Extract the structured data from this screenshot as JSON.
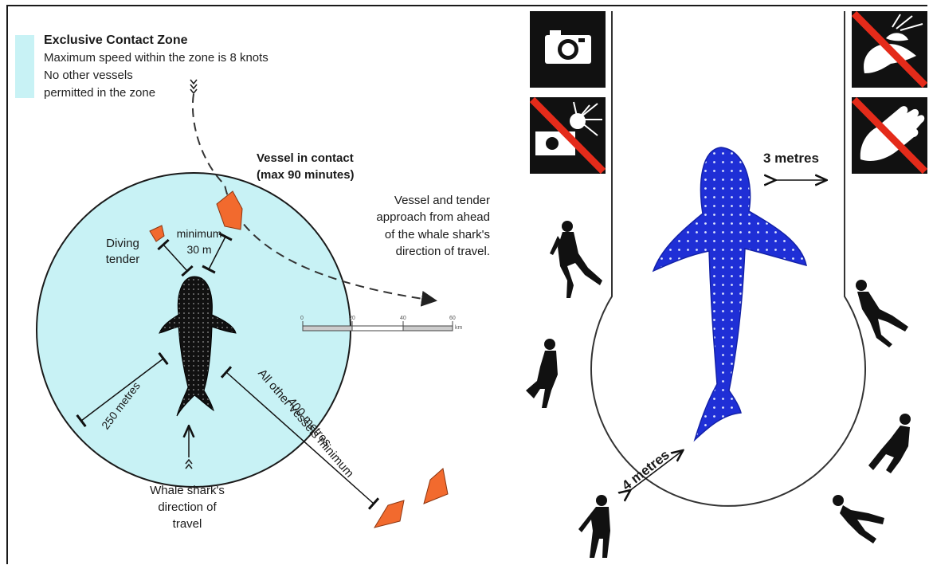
{
  "legend": {
    "title": "Exclusive Contact Zone",
    "line1": "Maximum speed within the zone is 8 knots",
    "line2": "No other vessels",
    "line3": "permitted in the zone",
    "zone_color": "#c8f2f5"
  },
  "left_diagram": {
    "vessel_contact": "Vessel in contact",
    "vessel_contact_sub": "(max 90 minutes)",
    "approach_1": "Vessel and tender",
    "approach_2": "approach from ahead",
    "approach_3": "of the whale shark's",
    "approach_4": "direction of travel.",
    "diving_1": "Diving",
    "diving_2": "tender",
    "minimum_1": "minimum",
    "minimum_2": "30 m",
    "radius_label": "250 metres",
    "other_vessels_1": "All other vessels minimum",
    "other_vessels_2": "400 metres",
    "travel_1": "Whale shark's",
    "travel_2": "direction of",
    "travel_3": "travel",
    "scale_ticks": [
      "0",
      "20",
      "40",
      "60"
    ],
    "scale_unit": "km",
    "boat_color": "#f26a2e",
    "shark_color": "#111111"
  },
  "right_diagram": {
    "width_label": "3 metres",
    "distance_label": "4 metres",
    "icons": [
      "camera-icon",
      "no-flash-photography-icon",
      "no-riding-icon",
      "no-touching-icon"
    ],
    "shark_color": "#1f2fd6"
  }
}
